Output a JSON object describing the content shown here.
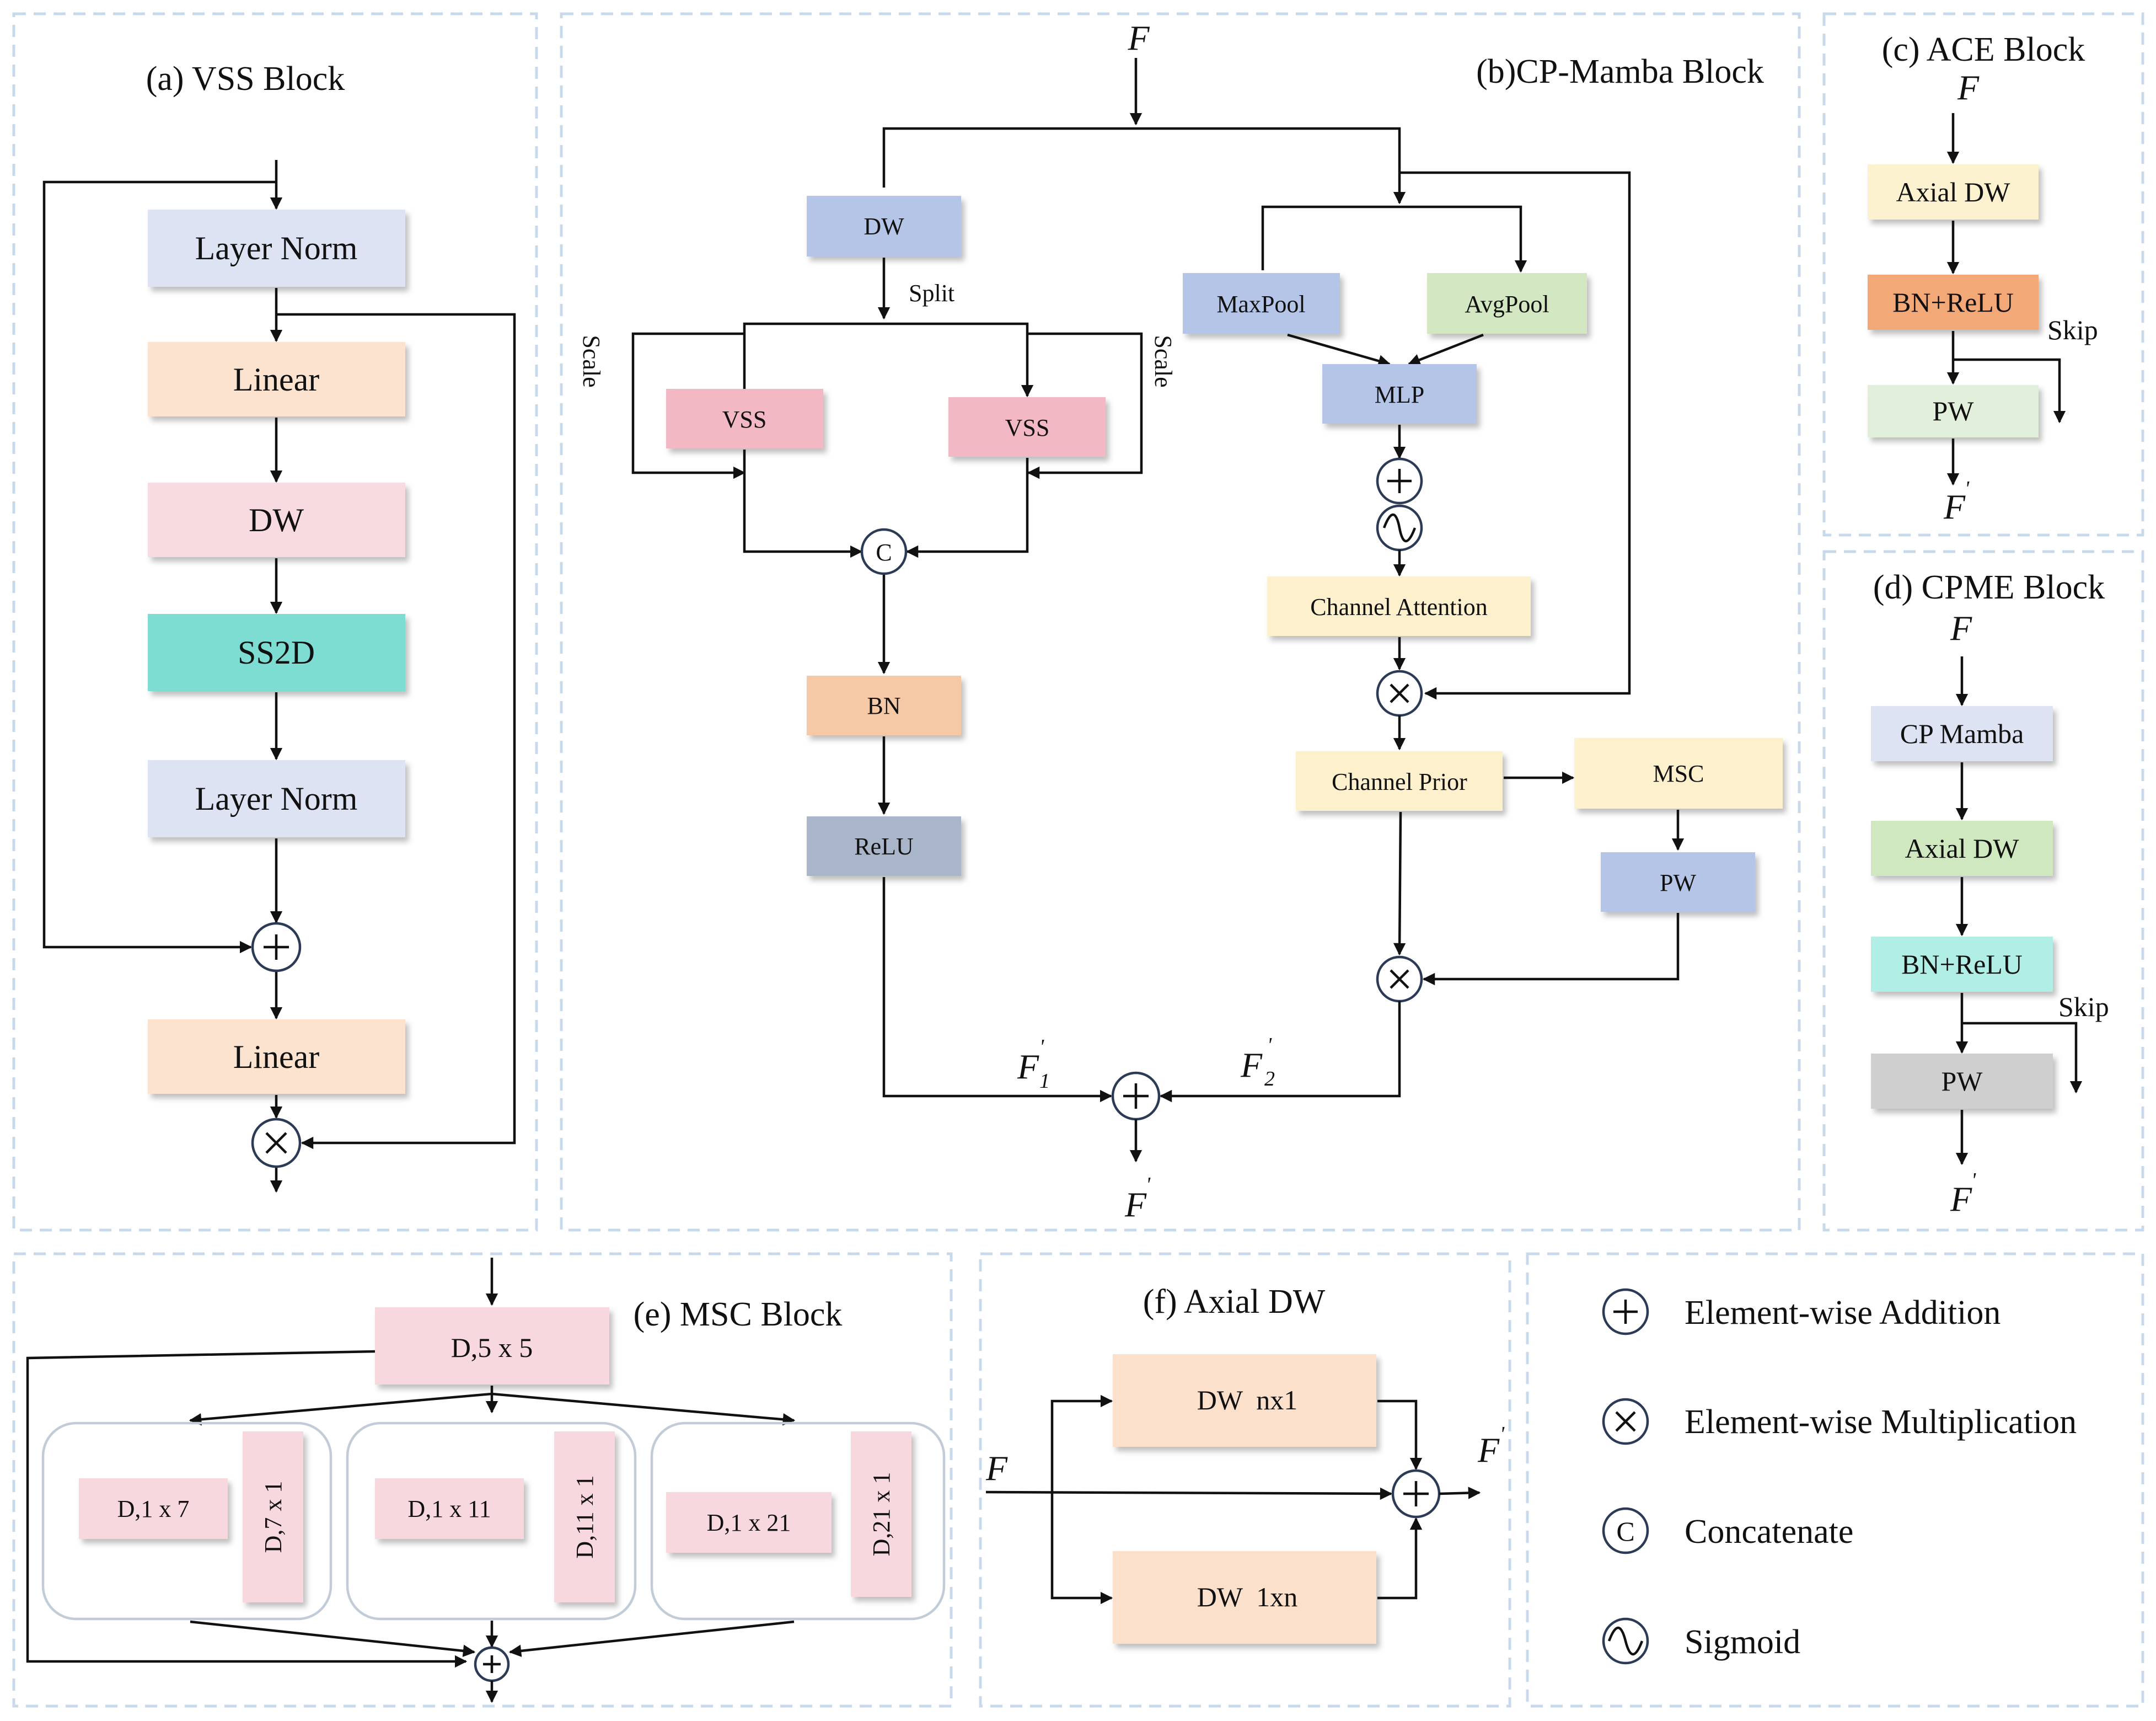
{
  "panels": {
    "a": {
      "title": "(a) VSS Block",
      "layer_norm_1": "Layer Norm",
      "linear_1": "Linear",
      "dw": "DW",
      "ss2d": "SS2D",
      "layer_norm_2": "Layer Norm",
      "linear_2": "Linear"
    },
    "b": {
      "title": "(b)CP-Mamba Block",
      "input": "F",
      "dw": "DW",
      "split": "Split",
      "scale": "Scale",
      "vss": "VSS",
      "concat_symbol": "C",
      "bn": "BN",
      "relu": "ReLU",
      "maxpool": "MaxPool",
      "avgpool": "AvgPool",
      "mlp": "MLP",
      "channel_attention": "Channel Attention",
      "channel_prior": "Channel Prior",
      "msc": "MSC",
      "pw": "PW",
      "f1": "F",
      "f1_sub": "1",
      "f2": "F",
      "f2_sub": "2",
      "output": "F",
      "prime": "'"
    },
    "c": {
      "title": "(c) ACE Block",
      "input": "F",
      "axial_dw": "Axial DW",
      "bn_relu": "BN+ReLU",
      "skip": "Skip",
      "pw": "PW",
      "output": "F"
    },
    "d": {
      "title": "(d) CPME Block",
      "input": "F",
      "cp_mamba": "CP Mamba",
      "axial_dw": "Axial DW",
      "bn_relu": "BN+ReLU",
      "skip": "Skip",
      "pw": "PW",
      "output": "F"
    },
    "e": {
      "title": "(e) MSC Block",
      "d5x5": "D,5 x 5",
      "d1x7": "D,1 x 7",
      "d7x1": "D,7 x 1",
      "d1x11": "D,1 x 11",
      "d11x1": "D,11 x 1",
      "d1x21": "D,1 x 21",
      "d21x1": "D,21 x 1"
    },
    "f": {
      "title": "(f) Axial DW",
      "input": "F",
      "dw_nx1": "DW  nx1",
      "dw_1xn": "DW  1xn",
      "output": "F"
    }
  },
  "legend": {
    "addition": "Element-wise Addition",
    "multiplication": "Element-wise Multiplication",
    "concatenate": "Concatenate",
    "concat_symbol": "C",
    "sigmoid": "Sigmoid"
  },
  "colors": {
    "layer_norm": "#dde3f3",
    "linear": "#fbe3d0",
    "dw_pink": "#f8dbe0",
    "ss2d": "#7dddd3",
    "blue_box": "#b4c5e8",
    "vss": "#f2b8c3",
    "bn_orange": "#f6c9a6",
    "relu_gray": "#a9b5c8",
    "avgpool_green": "#d3e8c2",
    "channel_yellow": "#fdf0cc",
    "axial_yellow": "#fdf2cf",
    "bnrelu_orange": "#f3a877",
    "pw_green": "#e2efda",
    "cp_mamba": "#dde3f3",
    "axial_green": "#d0e8c0",
    "bnrelu_cyan": "#b1eee6",
    "pw_gray": "#cfcfcf",
    "msc_pink": "#f8d8df",
    "axial_peach": "#fbe0cc",
    "panel_border": "#c9d9ec"
  }
}
